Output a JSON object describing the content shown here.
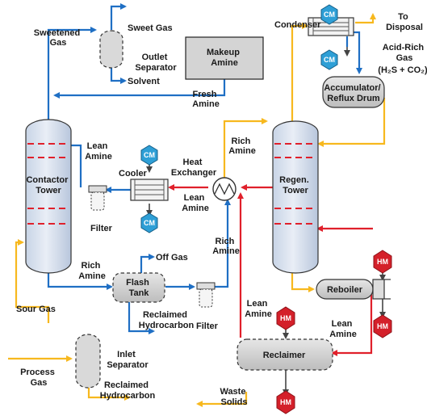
{
  "colors": {
    "blue": "#1f6fc4",
    "yellow": "#f7b81e",
    "red": "#e0202b",
    "gray_box": "#d4d4d4",
    "cm_hex": "#2e9fd6",
    "hm_hex": "#d4202a"
  },
  "labels": {
    "sweetened_gas": [
      "Sweetened",
      "Gas"
    ],
    "sweet_gas": "Sweet Gas",
    "outlet_separator": [
      "Outlet",
      "Separator"
    ],
    "solvent": "Solvent",
    "makeup_amine": [
      "Makeup",
      "Amine"
    ],
    "fresh_amine": [
      "Fresh",
      "Amine"
    ],
    "condenser": "Condenser",
    "to_disposal": [
      "To",
      "Disposal"
    ],
    "acid_rich_gas": [
      "Acid-Rich",
      "Gas"
    ],
    "h2s_co2": "(H₂S + CO₂)",
    "accumulator": [
      "Accumulator/",
      "Reflux Drum"
    ],
    "lean_amine_top": [
      "Lean",
      "Amine"
    ],
    "cooler": "Cooler",
    "heat_exchanger": [
      "Heat",
      "Exchanger"
    ],
    "rich_amine_hx": [
      "Rich",
      "Amine"
    ],
    "regen_tower": [
      "Regen.",
      "Tower"
    ],
    "contactor_tower": [
      "Contactor",
      "Tower"
    ],
    "lean_amine_mid": [
      "Lean",
      "Amine"
    ],
    "filter_left": "Filter",
    "rich_amine_mid": [
      "Rich",
      "Amine"
    ],
    "rich_amine_bottom": [
      "Rich",
      "Amine"
    ],
    "off_gas": "Off Gas",
    "flash_tank": [
      "Flash",
      "Tank"
    ],
    "reclaimed_hc_mid": [
      "Reclaimed",
      "Hydrocarbon"
    ],
    "filter_mid": "Filter",
    "lean_amine_reclaimer": [
      "Lean",
      "Amine"
    ],
    "reboiler": "Reboiler",
    "lean_amine_reboiler": [
      "Lean",
      "Amine"
    ],
    "sour_gas": "Sour Gas",
    "inlet_separator": [
      "Inlet",
      "Separator"
    ],
    "process_gas": [
      "Process",
      "Gas"
    ],
    "reclaimed_hc_bottom": [
      "Reclaimed",
      "Hydrocarbon"
    ],
    "reclaimer": "Reclaimer",
    "waste_solids": [
      "Waste",
      "Solids"
    ]
  },
  "badges": {
    "cm": "CM",
    "hm": "HM"
  }
}
